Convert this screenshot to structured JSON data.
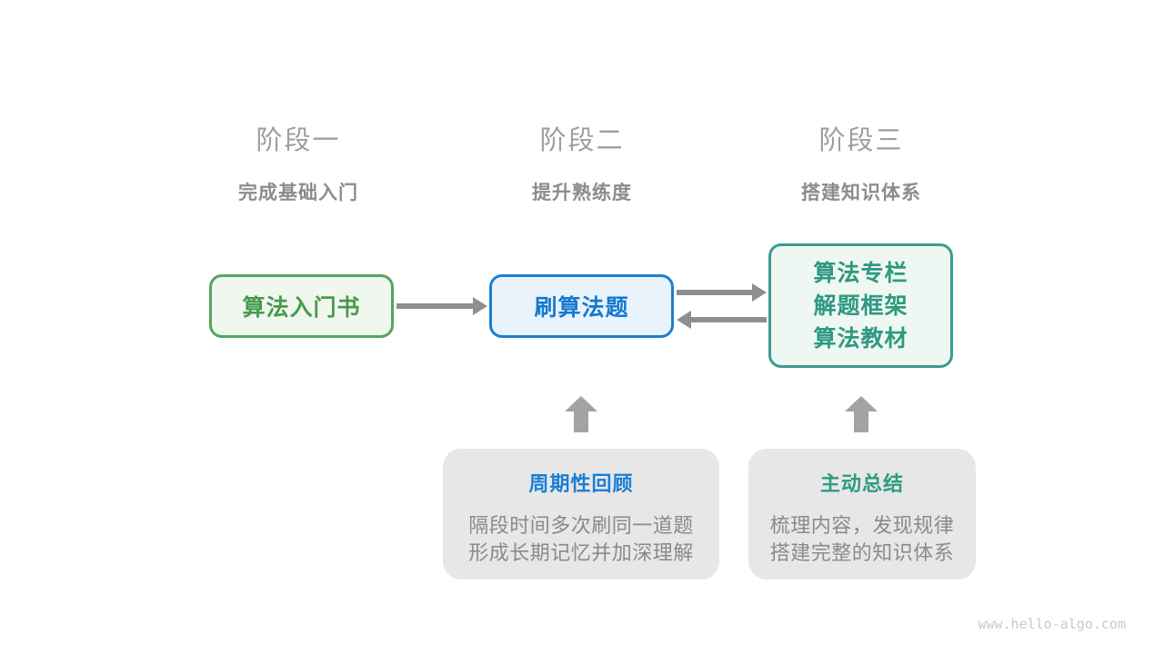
{
  "stages": [
    {
      "title": "阶段一",
      "subtitle": "完成基础入门"
    },
    {
      "title": "阶段二",
      "subtitle": "提升熟练度"
    },
    {
      "title": "阶段三",
      "subtitle": "搭建知识体系"
    }
  ],
  "flow": {
    "box1": {
      "label": "算法入门书"
    },
    "box2": {
      "label": "刷算法题"
    },
    "box3": {
      "lines": [
        "算法专栏",
        "解题框架",
        "算法教材"
      ]
    }
  },
  "cards": [
    {
      "title": "周期性回顾",
      "lines": [
        "隔段时间多次刷同一道题",
        "形成长期记忆并加深理解"
      ]
    },
    {
      "title": "主动总结",
      "lines": [
        "梳理内容，发现规律",
        "搭建完整的知识体系"
      ]
    }
  ],
  "watermark": "www.hello-algo.com",
  "colors": {
    "green_border": "#56a45c",
    "green_text": "#479a4e",
    "green_bg": "#f0f7ee",
    "blue_border": "#1b7fd3",
    "blue_text": "#1579cf",
    "blue_bg": "#e9f3fb",
    "teal_border": "#3a9c8e",
    "teal_text": "#2e9980",
    "teal_bg": "#eef7f2",
    "arrow_gray": "#8f8f8f",
    "block_arrow_gray": "#a3a3a3",
    "card_bg": "#e7e7e7",
    "stage_title_gray": "#9e9e9e",
    "stage_subtitle_gray": "#8c8c8c",
    "card_body_gray": "#8a8a8a",
    "watermark_gray": "#c9c9c9"
  }
}
